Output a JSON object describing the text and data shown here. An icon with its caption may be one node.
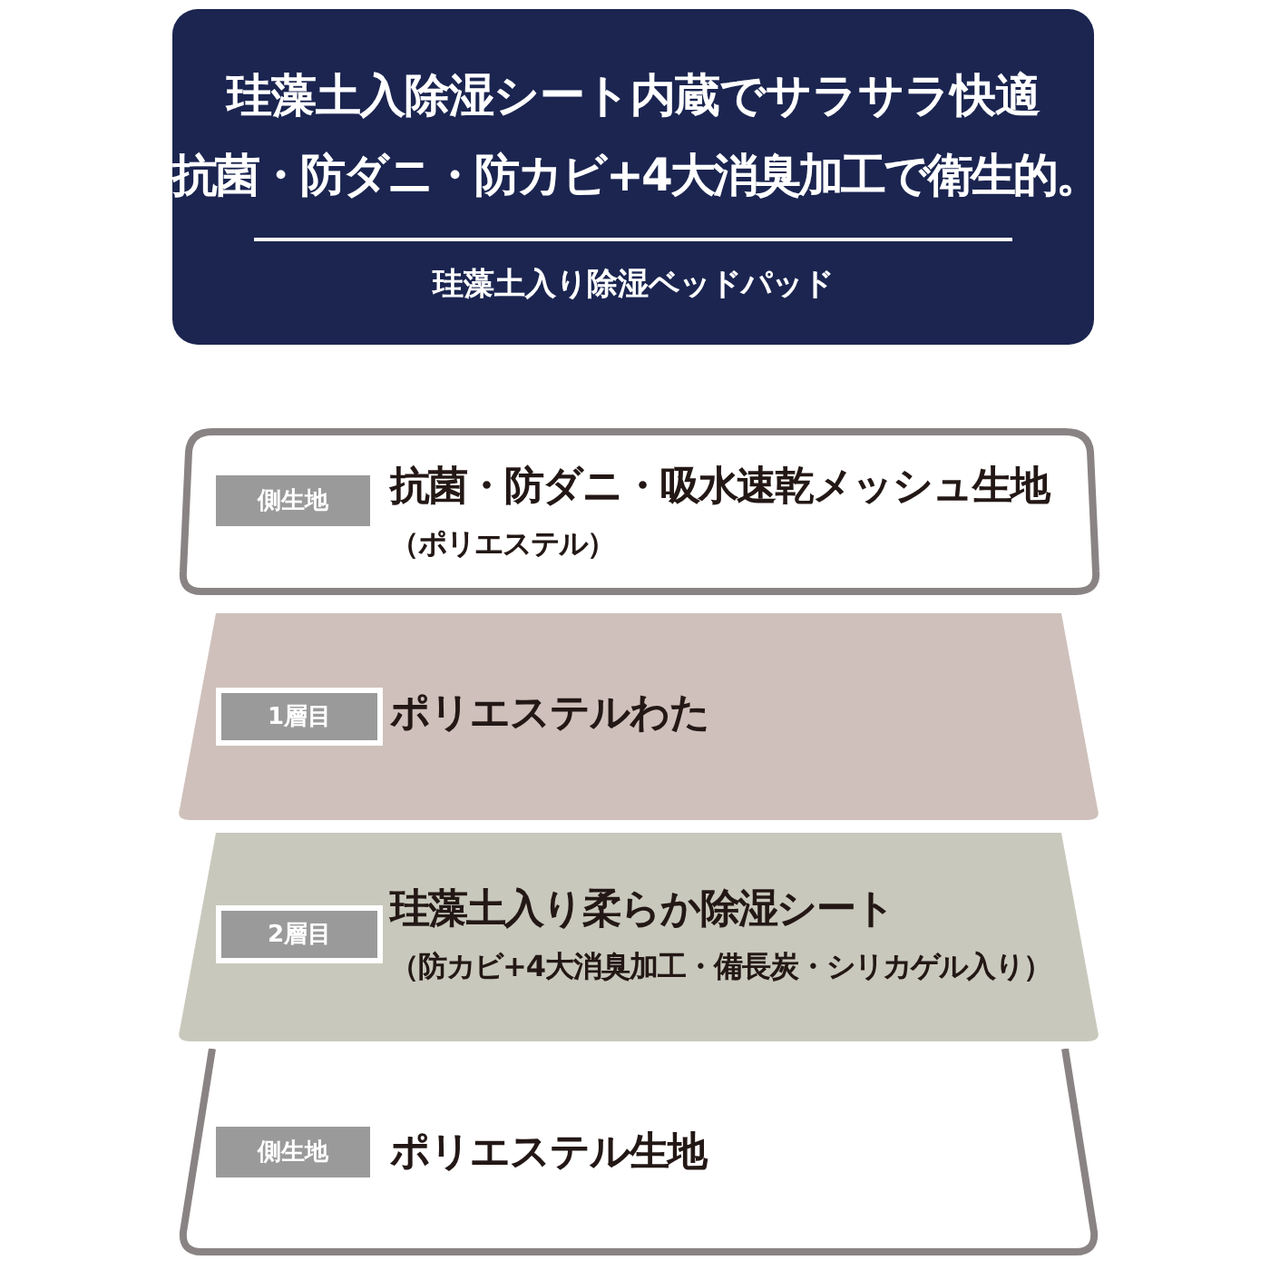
{
  "diagram": {
    "nodes": [
      {
        "text": [
          "珪藻土入除湿シート内蔵でサラサラ快適",
          "抗菌・防ダニ・防カビ+4大消臭加工で衛生的。",
          "珪藻土入り除湿ベッドパッド"
        ]
      },
      {
        "text": [
          "抗菌・防ダニ・吸水速乾メッシュ生地",
          "（ポリエステル）"
        ]
      },
      {
        "text": [
          "側生地"
        ],
        "in": 1
      },
      {
        "text": [
          "ポリエステルわた"
        ]
      },
      {
        "text": [
          "1層目"
        ],
        "in": 3
      },
      {
        "text": [
          "珪藻土入り柔らか除湿シート",
          "（防カビ+4大消臭加工・備長炭・シリカゲル入り）"
        ]
      },
      {
        "text": [
          "2層目"
        ],
        "in": 5
      },
      {
        "text": [
          "ポリエステル生地"
        ]
      },
      {
        "text": [
          "側生地"
        ],
        "in": 7
      }
    ],
    "edges": []
  }
}
